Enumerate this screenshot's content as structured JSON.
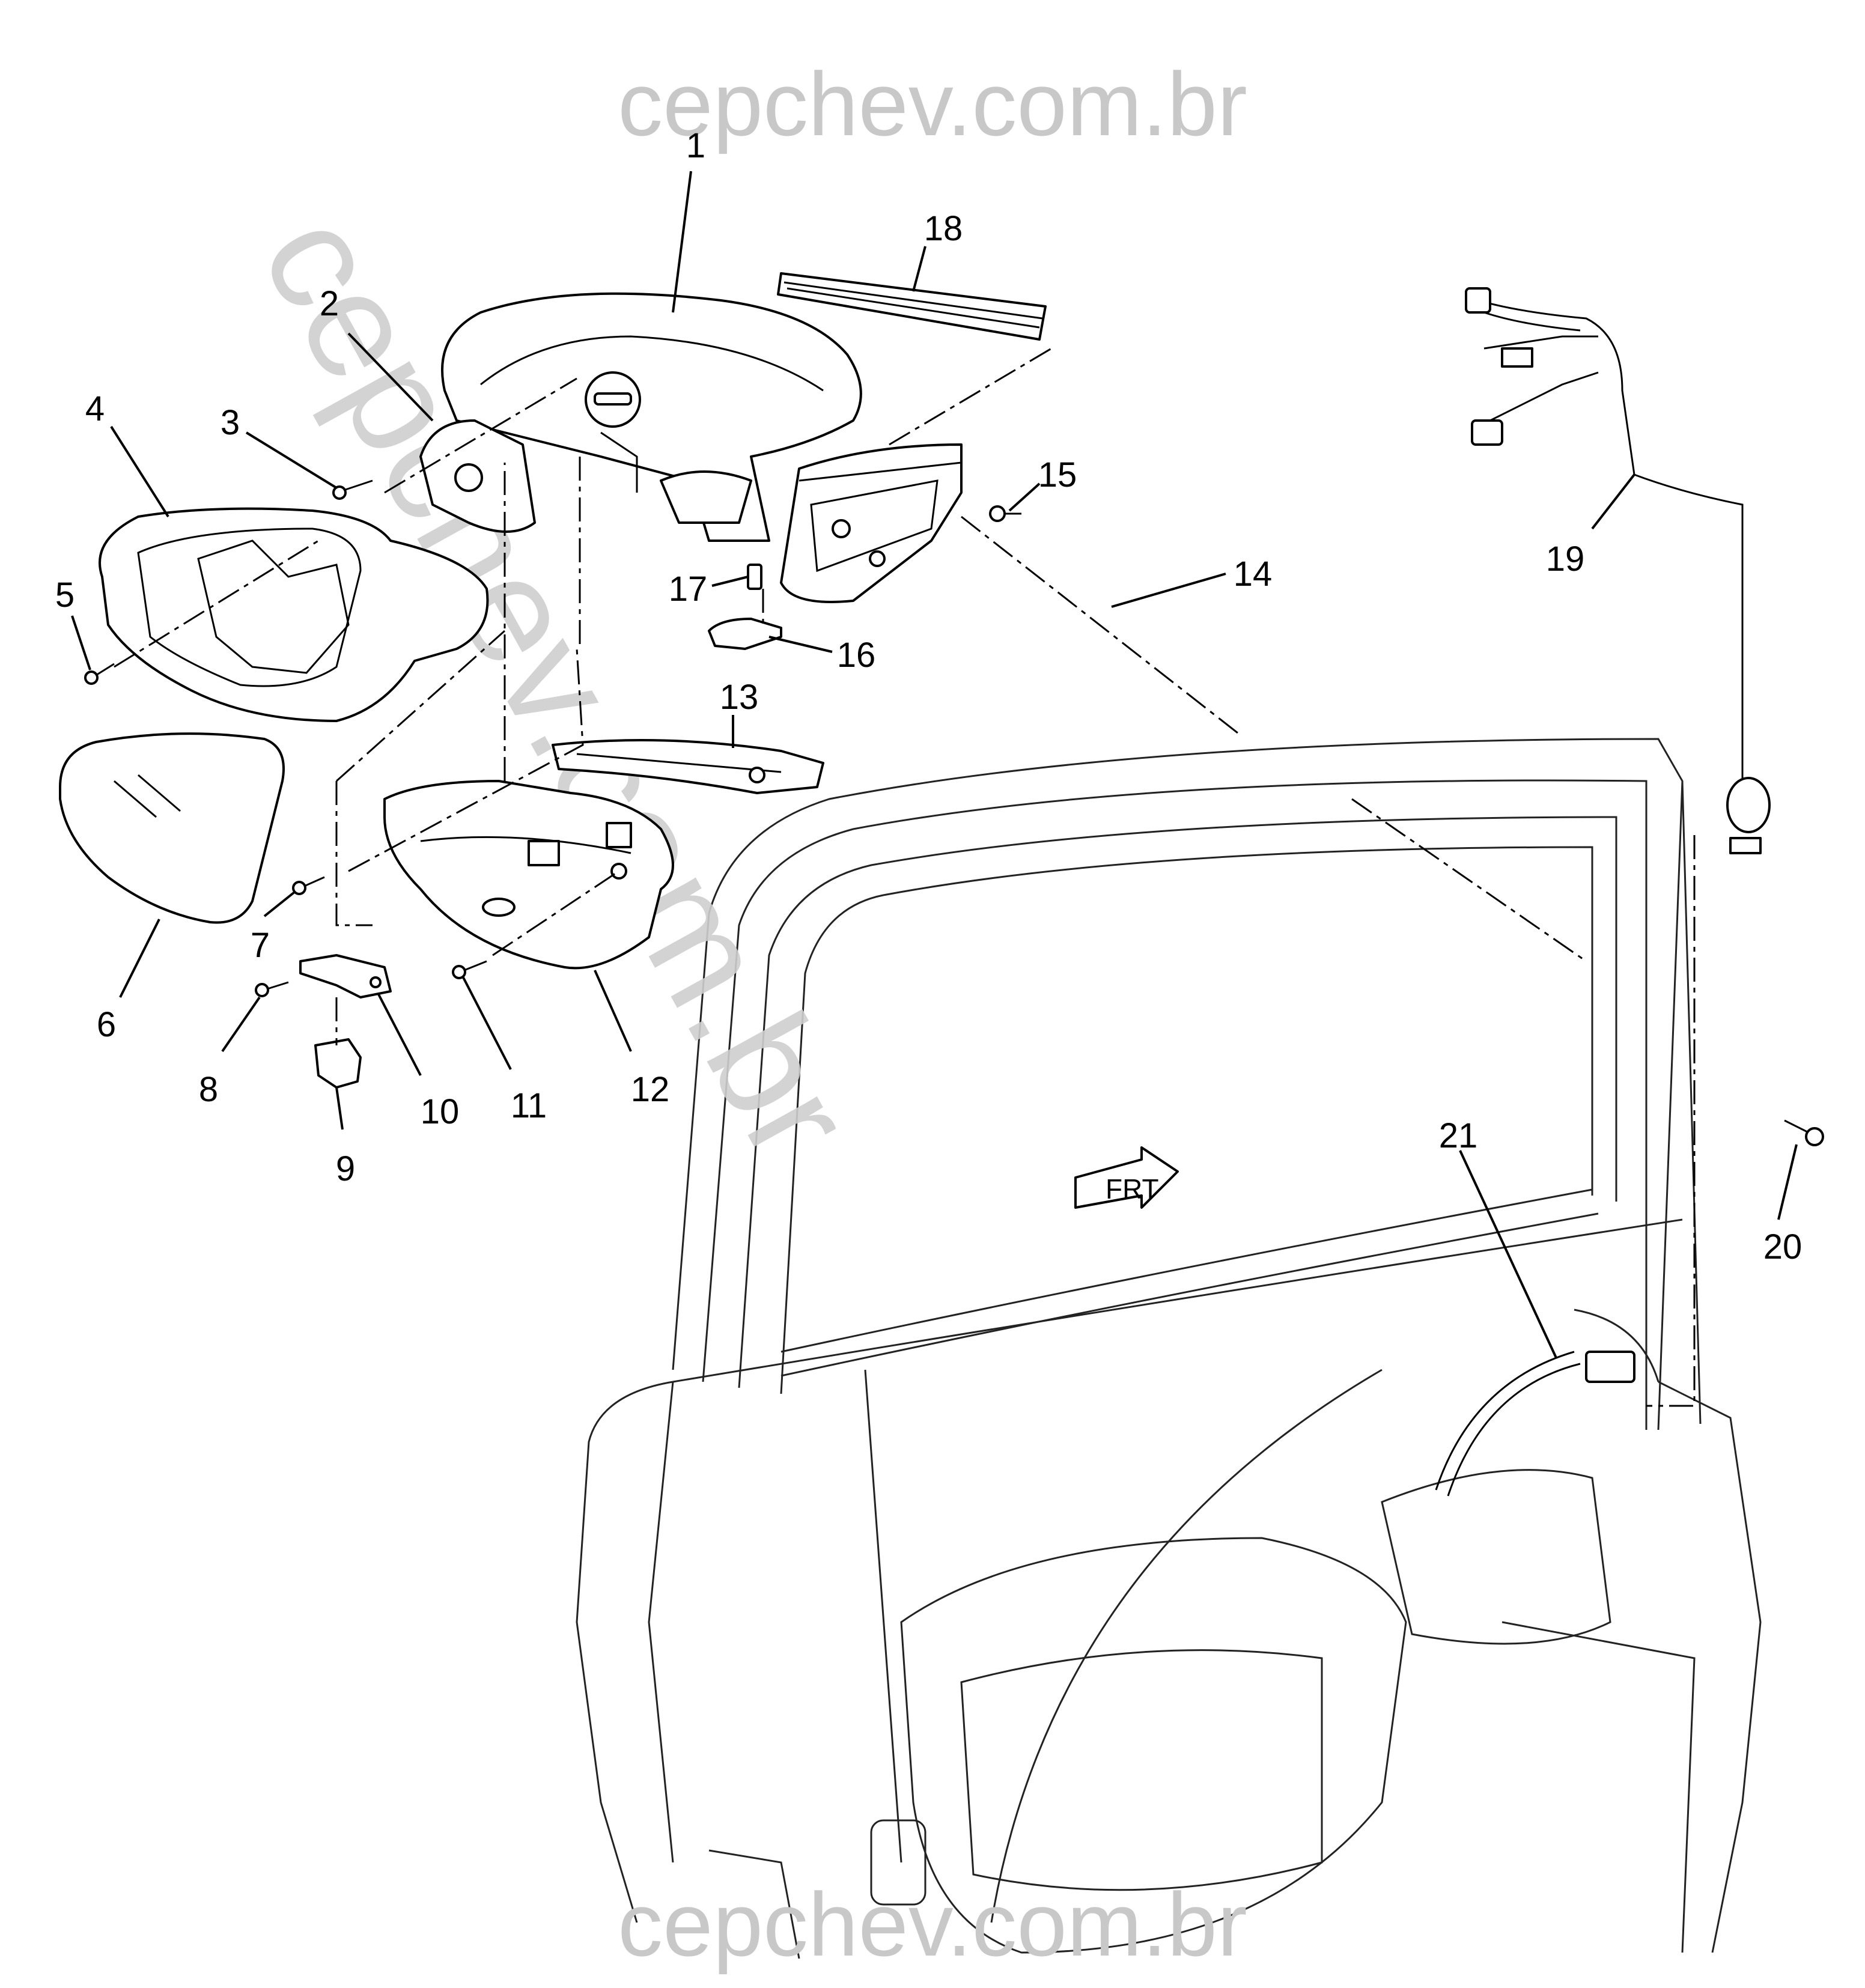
{
  "watermarks": {
    "top": "cepchev.com.br",
    "bottom": "cepchev.com.br",
    "diagonal": "cepchev.com.br"
  },
  "callouts": {
    "c1": "1",
    "c2": "2",
    "c3": "3",
    "c4": "4",
    "c5": "5",
    "c6": "6",
    "c7": "7",
    "c8": "8",
    "c9": "9",
    "c10": "10",
    "c11": "11",
    "c12": "12",
    "c13": "13",
    "c14": "14",
    "c15": "15",
    "c16": "16",
    "c17": "17",
    "c18": "18",
    "c19": "19",
    "c20": "20",
    "c21": "21"
  },
  "direction_marker": "FRT"
}
